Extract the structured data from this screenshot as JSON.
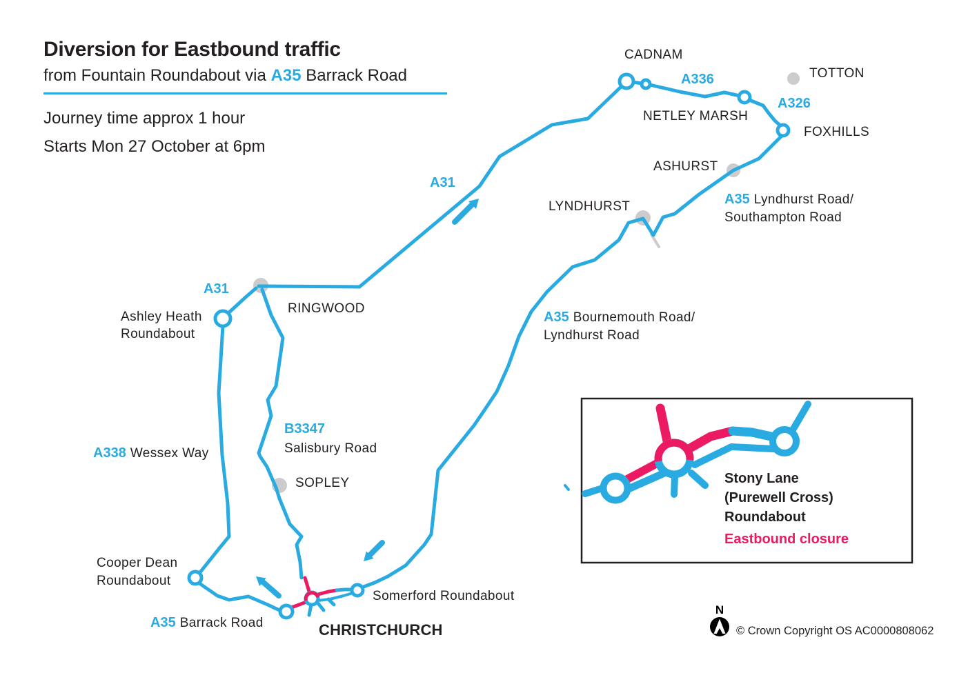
{
  "header": {
    "title": "Diversion for Eastbound traffic",
    "subtitle_prefix": "from Fountain Roundabout via",
    "subtitle_road": "A35",
    "subtitle_suffix": "Barrack Road",
    "journey_time": "Journey time approx 1 hour",
    "start_info": "Starts Mon 27 October at 6pm"
  },
  "map": {
    "places": {
      "cadnam": "CADNAM",
      "totton": "TOTTON",
      "netley_marsh": "NETLEY MARSH",
      "foxhills": "FOXHILLS",
      "ashurst": "ASHURST",
      "lyndhurst": "LYNDHURST",
      "ringwood": "RINGWOOD",
      "sopley": "SOPLEY",
      "christchurch": "CHRISTCHURCH"
    },
    "roads": {
      "a336": "A336",
      "a326": "A326",
      "a31_north": "A31",
      "a31_west": "A31",
      "a35_lyndhurst_number": "A35",
      "a35_lyndhurst_line1": "Lyndhurst Road/",
      "a35_lyndhurst_line2": "Southampton Road",
      "a35_bournemouth_number": "A35",
      "a35_bournemouth_line1": "Bournemouth Road/",
      "a35_bournemouth_line2": "Lyndhurst Road",
      "a338_number": "A338",
      "a338_name": "Wessex Way",
      "b3347_number": "B3347",
      "b3347_name": "Salisbury Road",
      "a35_barrack_number": "A35",
      "a35_barrack_name": "Barrack Road"
    },
    "roundabouts": {
      "ashley_heath_line1": "Ashley Heath",
      "ashley_heath_line2": "Roundabout",
      "cooper_dean_line1": "Cooper Dean",
      "cooper_dean_line2": "Roundabout",
      "somerford": "Somerford Roundabout"
    }
  },
  "inset": {
    "line1": "Stony Lane",
    "line2": "(Purewell Cross)",
    "line3": "Roundabout",
    "line4": "Eastbound closure"
  },
  "footer": {
    "north_label": "N",
    "copyright": "© Crown Copyright OS AC0000808062"
  },
  "colors": {
    "route_cyan": "#29ABE2",
    "closure_pink": "#EB1A62",
    "marker_grey": "#CBCCCB",
    "text": "#231F20"
  }
}
